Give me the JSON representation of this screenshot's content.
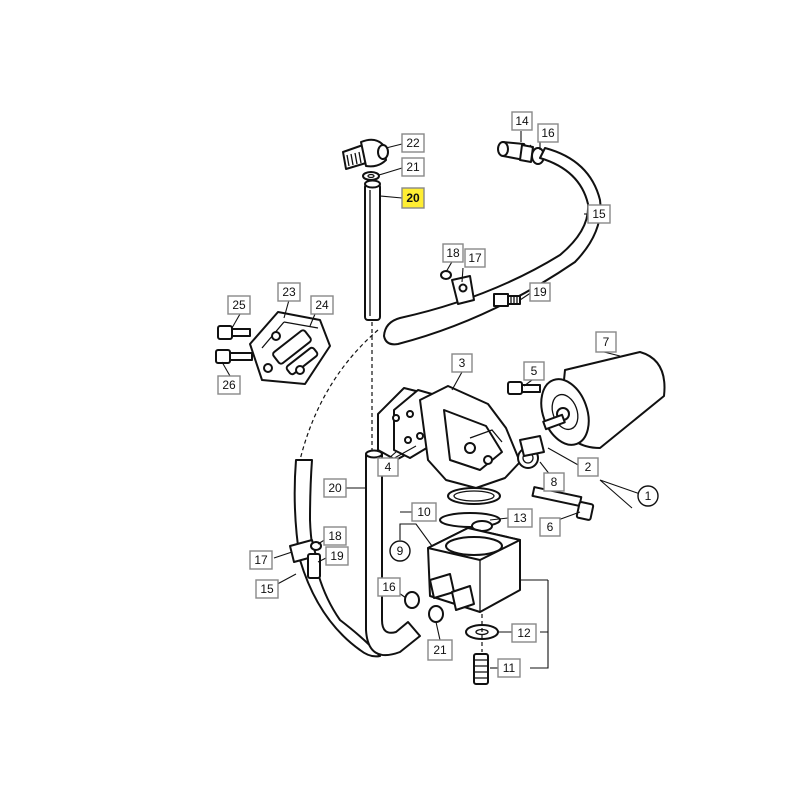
{
  "diagram": {
    "highlight_color": "#ffee33",
    "highlighted_part": "20",
    "callouts": [
      {
        "id": "c22",
        "label": "22"
      },
      {
        "id": "c21a",
        "label": "21"
      },
      {
        "id": "c20a",
        "label": "20",
        "highlighted": true
      },
      {
        "id": "c14",
        "label": "14"
      },
      {
        "id": "c16a",
        "label": "16"
      },
      {
        "id": "c15a",
        "label": "15"
      },
      {
        "id": "c18a",
        "label": "18"
      },
      {
        "id": "c17a",
        "label": "17"
      },
      {
        "id": "c19a",
        "label": "19"
      },
      {
        "id": "c23",
        "label": "23"
      },
      {
        "id": "c24",
        "label": "24"
      },
      {
        "id": "c25",
        "label": "25"
      },
      {
        "id": "c26",
        "label": "26"
      },
      {
        "id": "c7",
        "label": "7"
      },
      {
        "id": "c3",
        "label": "3"
      },
      {
        "id": "c5",
        "label": "5"
      },
      {
        "id": "c4",
        "label": "4"
      },
      {
        "id": "c2",
        "label": "2"
      },
      {
        "id": "c1",
        "label": "1",
        "circle": true
      },
      {
        "id": "c8",
        "label": "8"
      },
      {
        "id": "c20b",
        "label": "20"
      },
      {
        "id": "c10",
        "label": "10"
      },
      {
        "id": "c13",
        "label": "13"
      },
      {
        "id": "c6",
        "label": "6"
      },
      {
        "id": "c9",
        "label": "9",
        "circle": true
      },
      {
        "id": "c18b",
        "label": "18"
      },
      {
        "id": "c19b",
        "label": "19"
      },
      {
        "id": "c17b",
        "label": "17"
      },
      {
        "id": "c15b",
        "label": "15"
      },
      {
        "id": "c16b",
        "label": "16"
      },
      {
        "id": "c21b",
        "label": "21"
      },
      {
        "id": "c12",
        "label": "12"
      },
      {
        "id": "c11",
        "label": "11"
      }
    ]
  }
}
